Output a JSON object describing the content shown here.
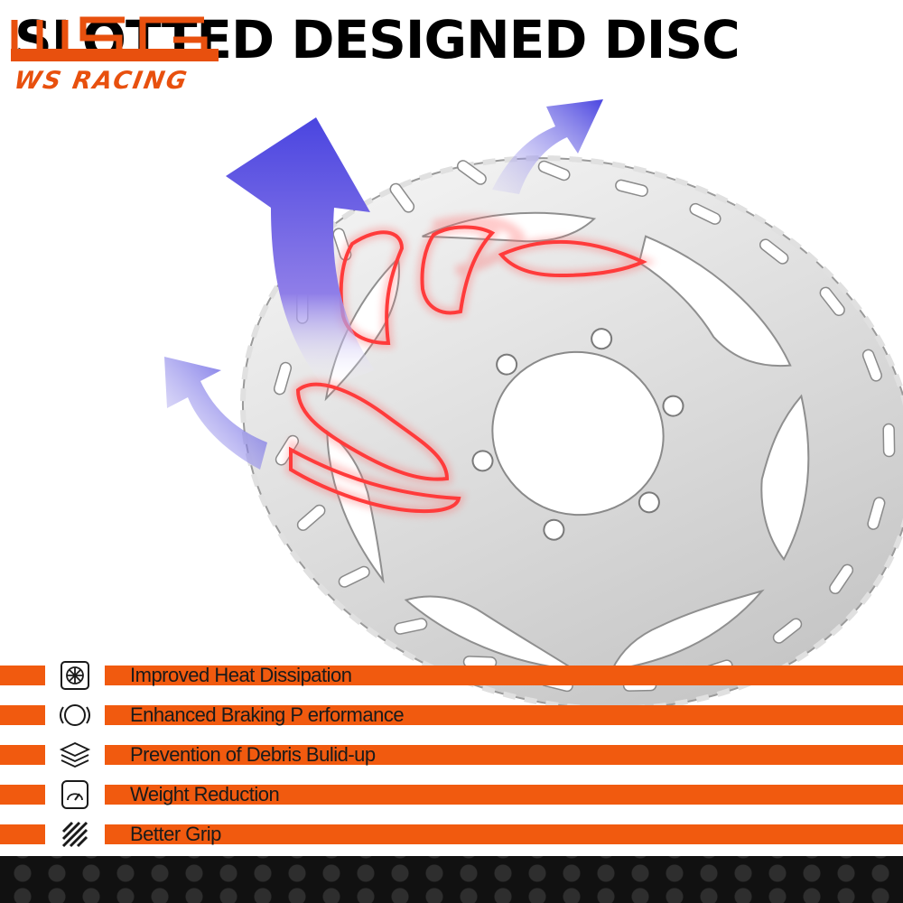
{
  "headline": "SLOTTED DESIGNED DISC",
  "logo": {
    "mark": "WSG",
    "text": "WS RACING",
    "color": "#e8500e"
  },
  "features": [
    {
      "label": "Improved Heat Dissipation",
      "icon": "fan-icon"
    },
    {
      "label": "Enhanced Braking P  erformance",
      "icon": "brake-disc-icon"
    },
    {
      "label": "Prevention of Debris Bulid-up",
      "icon": "layers-icon"
    },
    {
      "label": "Weight Reduction",
      "icon": "gauge-icon"
    },
    {
      "label": "Better Grip",
      "icon": "grip-stripes-icon"
    }
  ],
  "colors": {
    "accent": "#f15a0f",
    "heat_outline": "#ff4a4a",
    "airflow_arrow": "#5a55e6",
    "footer": "#111111"
  }
}
